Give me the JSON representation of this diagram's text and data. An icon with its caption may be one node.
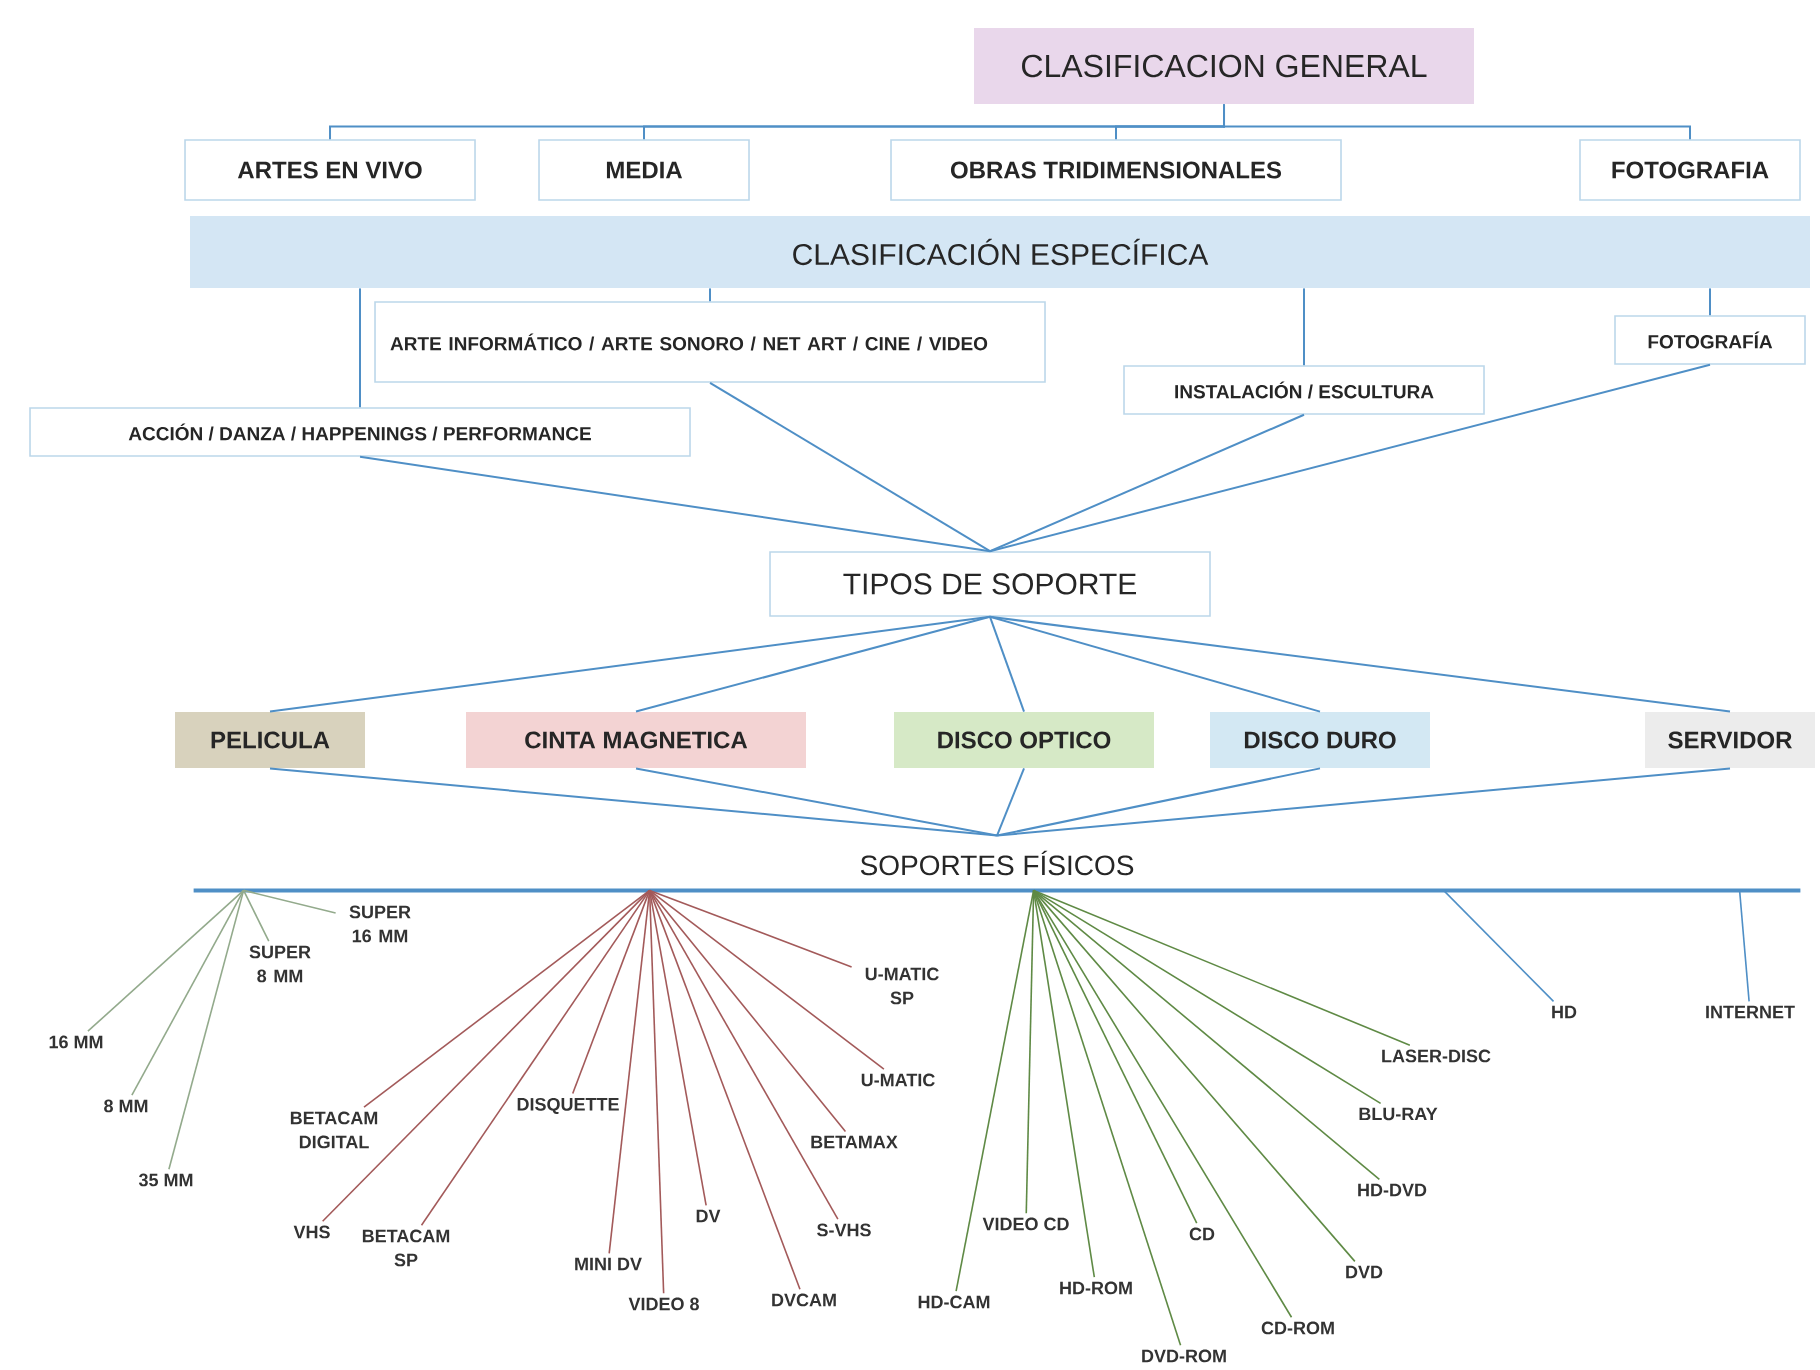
{
  "diagram": {
    "nodes": [
      {
        "text": [
          "CLASIFICACION GENERAL"
        ]
      },
      {
        "text": [
          "ARTES EN VIVO"
        ]
      },
      {
        "text": [
          "MEDIA"
        ]
      },
      {
        "text": [
          "OBRAS TRIDIMENSIONALES"
        ]
      },
      {
        "text": [
          "FOTOGRAFIA"
        ]
      },
      {
        "text": [
          "CLASIFICACIÓN ESPECÍFICA"
        ]
      },
      {
        "text": [
          "ARTE INFORMÁTICO / ARTE SONORO / NET ART / CINE / VIDEO"
        ]
      },
      {
        "text": [
          "FOTOGRAFÍA"
        ]
      },
      {
        "text": [
          "INSTALACIÓN / ESCULTURA"
        ]
      },
      {
        "text": [
          "ACCIÓN / DANZA / HAPPENINGS / PERFORMANCE"
        ]
      },
      {
        "text": [
          "TIPOS DE SOPORTE"
        ]
      },
      {
        "text": [
          "PELICULA"
        ]
      },
      {
        "text": [
          "CINTA MAGNETICA"
        ]
      },
      {
        "text": [
          "DISCO OPTICO"
        ]
      },
      {
        "text": [
          "DISCO DURO"
        ]
      },
      {
        "text": [
          "SERVIDOR"
        ]
      },
      {
        "text": [
          "SOPORTES FÍSICOS"
        ]
      },
      {
        "text": [
          "16 MM"
        ]
      },
      {
        "text": [
          "8 MM"
        ]
      },
      {
        "text": [
          "35 MM"
        ]
      },
      {
        "text": [
          "SUPER 8 MM"
        ]
      },
      {
        "text": [
          "SUPER 16 MM"
        ]
      },
      {
        "text": [
          "BETACAM DIGITAL"
        ]
      },
      {
        "text": [
          "VHS"
        ]
      },
      {
        "text": [
          "BETACAM SP"
        ]
      },
      {
        "text": [
          "DISQUETTE"
        ]
      },
      {
        "text": [
          "MINI DV"
        ]
      },
      {
        "text": [
          "VIDEO 8"
        ]
      },
      {
        "text": [
          "DV"
        ]
      },
      {
        "text": [
          "DVCAM"
        ]
      },
      {
        "text": [
          "S-VHS"
        ]
      },
      {
        "text": [
          "BETAMAX"
        ]
      },
      {
        "text": [
          "U-MATIC"
        ]
      },
      {
        "text": [
          "U-MATIC SP"
        ]
      },
      {
        "text": [
          "HD-CAM"
        ]
      },
      {
        "text": [
          "VIDEO CD"
        ]
      },
      {
        "text": [
          "HD-ROM"
        ]
      },
      {
        "text": [
          "DVD-ROM"
        ]
      },
      {
        "text": [
          "CD"
        ]
      },
      {
        "text": [
          "CD-ROM"
        ]
      },
      {
        "text": [
          "DVD"
        ]
      },
      {
        "text": [
          "HD-DVD"
        ]
      },
      {
        "text": [
          "BLU-RAY"
        ]
      },
      {
        "text": [
          "LASER-DISC"
        ]
      },
      {
        "text": [
          "HD"
        ]
      },
      {
        "text": [
          "INTERNET"
        ]
      }
    ],
    "edges": [
      {
        "from": 0,
        "to": 1,
        "arrow": "none"
      },
      {
        "from": 0,
        "to": 2,
        "arrow": "none"
      },
      {
        "from": 0,
        "to": 3,
        "arrow": "none"
      },
      {
        "from": 0,
        "to": 4,
        "arrow": "none"
      },
      {
        "from": 5,
        "to": 6,
        "arrow": "none"
      },
      {
        "from": 5,
        "to": 7,
        "arrow": "none"
      },
      {
        "from": 5,
        "to": 8,
        "arrow": "none"
      },
      {
        "from": 5,
        "to": 9,
        "arrow": "none"
      },
      {
        "from": 6,
        "to": 10,
        "arrow": "none"
      },
      {
        "from": 7,
        "to": 10,
        "arrow": "none"
      },
      {
        "from": 8,
        "to": 10,
        "arrow": "none"
      },
      {
        "from": 9,
        "to": 10,
        "arrow": "none"
      },
      {
        "from": 10,
        "to": 11,
        "arrow": "none"
      },
      {
        "from": 10,
        "to": 12,
        "arrow": "none"
      },
      {
        "from": 10,
        "to": 13,
        "arrow": "none"
      },
      {
        "from": 10,
        "to": 14,
        "arrow": "none"
      },
      {
        "from": 10,
        "to": 15,
        "arrow": "none"
      },
      {
        "from": 11,
        "to": 16,
        "arrow": "none"
      },
      {
        "from": 12,
        "to": 16,
        "arrow": "none"
      },
      {
        "from": 13,
        "to": 16,
        "arrow": "none"
      },
      {
        "from": 14,
        "to": 16,
        "arrow": "none"
      },
      {
        "from": 15,
        "to": 16,
        "arrow": "none"
      },
      {
        "from": 16,
        "to": 17,
        "arrow": "none",
        "color": "#93aa8c"
      },
      {
        "from": 16,
        "to": 18,
        "arrow": "none",
        "color": "#93aa8c"
      },
      {
        "from": 16,
        "to": 19,
        "arrow": "none",
        "color": "#93aa8c"
      },
      {
        "from": 16,
        "to": 20,
        "arrow": "none",
        "color": "#93aa8c"
      },
      {
        "from": 16,
        "to": 21,
        "arrow": "none",
        "color": "#93aa8c"
      },
      {
        "from": 16,
        "to": 22,
        "arrow": "none",
        "color": "#a35a5a"
      },
      {
        "from": 16,
        "to": 23,
        "arrow": "none",
        "color": "#a35a5a"
      },
      {
        "from": 16,
        "to": 24,
        "arrow": "none",
        "color": "#a35a5a"
      },
      {
        "from": 16,
        "to": 25,
        "arrow": "none",
        "color": "#a35a5a"
      },
      {
        "from": 16,
        "to": 26,
        "arrow": "none",
        "color": "#a35a5a"
      },
      {
        "from": 16,
        "to": 27,
        "arrow": "none",
        "color": "#a35a5a"
      },
      {
        "from": 16,
        "to": 28,
        "arrow": "none",
        "color": "#a35a5a"
      },
      {
        "from": 16,
        "to": 29,
        "arrow": "none",
        "color": "#a35a5a"
      },
      {
        "from": 16,
        "to": 30,
        "arrow": "none",
        "color": "#a35a5a"
      },
      {
        "from": 16,
        "to": 31,
        "arrow": "none",
        "color": "#a35a5a"
      },
      {
        "from": 16,
        "to": 32,
        "arrow": "none",
        "color": "#a35a5a"
      },
      {
        "from": 16,
        "to": 33,
        "arrow": "none",
        "color": "#a35a5a"
      },
      {
        "from": 16,
        "to": 34,
        "arrow": "none",
        "color": "#5f8a45"
      },
      {
        "from": 16,
        "to": 35,
        "arrow": "none",
        "color": "#5f8a45"
      },
      {
        "from": 16,
        "to": 36,
        "arrow": "none",
        "color": "#5f8a45"
      },
      {
        "from": 16,
        "to": 37,
        "arrow": "none",
        "color": "#5f8a45"
      },
      {
        "from": 16,
        "to": 38,
        "arrow": "none",
        "color": "#5f8a45"
      },
      {
        "from": 16,
        "to": 39,
        "arrow": "none",
        "color": "#5f8a45"
      },
      {
        "from": 16,
        "to": 40,
        "arrow": "none",
        "color": "#5f8a45"
      },
      {
        "from": 16,
        "to": 41,
        "arrow": "none",
        "color": "#5f8a45"
      },
      {
        "from": 16,
        "to": 42,
        "arrow": "none",
        "color": "#5f8a45"
      },
      {
        "from": 16,
        "to": 43,
        "arrow": "none",
        "color": "#5f8a45"
      },
      {
        "from": 16,
        "to": 44,
        "arrow": "none"
      },
      {
        "from": 16,
        "to": 45,
        "arrow": "none"
      }
    ]
  }
}
